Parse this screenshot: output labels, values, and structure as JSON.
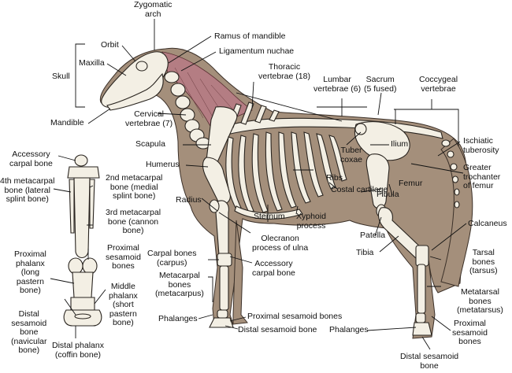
{
  "colors": {
    "body": "#a48f7b",
    "bone": "#f3efe4",
    "muscle": "#b47d83",
    "outline": "#2a2520"
  },
  "labels": {
    "zygomatic_arch": "Zygomatic\narch",
    "orbit": "Orbit",
    "ramus_of_mandible": "Ramus of mandible",
    "ligamentum_nuchae": "Ligamentum nuchae",
    "maxilla": "Maxilla",
    "skull": "Skull",
    "mandible": "Mandible",
    "cervical_vertebrae": "Cervical\nvertebrae (7)",
    "thoracic_vertebrae": "Thoracic\nvertebrae (18)",
    "lumbar_vertebrae": "Lumbar\nvertebrae (6)",
    "sacrum": "Sacrum\n(5 fused)",
    "coccygeal_vertebrae": "Coccygeal\nvertebrae",
    "scapula": "Scapula",
    "humerus": "Humerus",
    "ilium": "Ilium",
    "tuber_coxae": "Tuber\ncoxae",
    "ischiatic_tuberosity": "Ischiatic\ntuberosity",
    "greater_trochanter": "Greater\ntrochanter\nof femur",
    "ribs": "Ribs",
    "costal_cartilage": "Costal cartilage",
    "femur": "Femur",
    "fibula": "Fibula",
    "radius": "Radius",
    "sternum": "Sternum",
    "xyphoid_process": "Xyphoid\nprocess",
    "patella": "Patella",
    "olecranon": "Olecranon\nprocess of ulna",
    "calcaneus": "Calcaneus",
    "tibia": "Tibia",
    "carpal_bones": "Carpal bones\n(carpus)",
    "accessory_carpal_bone_main": "Accessory\ncarpal bone",
    "tarsal_bones": "Tarsal\nbones\n(tarsus)",
    "metacarpal_bones": "Metacarpal\nbones\n(metacarpus)",
    "metatarsal_bones": "Metatarsal\nbones\n(metatarsus)",
    "phalanges_fore": "Phalanges",
    "proximal_sesamoid_bones_fore": "Proximal sesamoid bones",
    "distal_sesamoid_bone_fore": "Distal sesamoid bone",
    "phalanges_hind": "Phalanges",
    "proximal_sesamoid_bones_hind": "Proximal\nsesamoid\nbones",
    "distal_sesamoid_bone_hind": "Distal sesamoid\nbone",
    "inset_accessory_carpal_bone": "Accessory\ncarpal bone",
    "inset_4th_metacarpal": "4th metacarpal\nbone (lateral\nsplint bone)",
    "inset_2nd_metacarpal": "2nd metacarpal\nbone (medial\nsplint bone)",
    "inset_3rd_metacarpal": "3rd metacarpal\nbone (cannon\nbone)",
    "inset_proximal_sesamoid": "Proximal\nsesamoid\nbones",
    "inset_proximal_phalanx": "Proximal\nphalanx\n(long\npastern\nbone)",
    "inset_middle_phalanx": "Middle\nphalanx\n(short\npastern\nbone)",
    "inset_distal_sesamoid": "Distal\nsesamoid\nbone\n(navicular\nbone)",
    "inset_distal_phalanx": "Distal phalanx\n(coffin bone)"
  }
}
